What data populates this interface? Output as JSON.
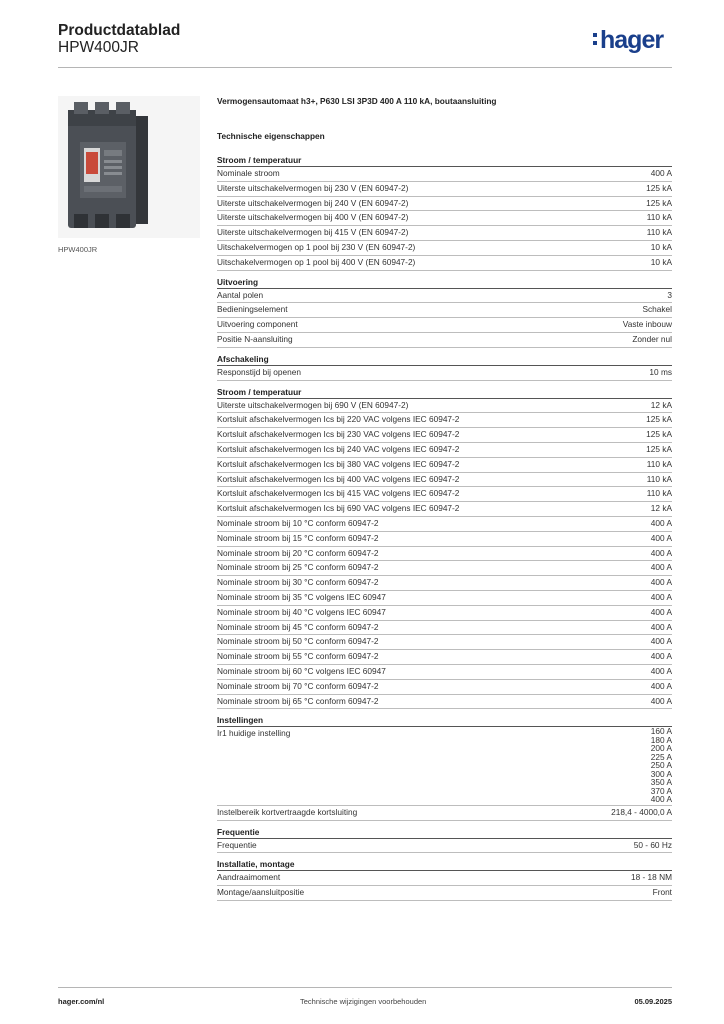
{
  "header": {
    "title": "Productdatablad",
    "code": "HPW400JR",
    "logo": "hager"
  },
  "image": {
    "caption": "HPW400JR"
  },
  "product": {
    "description": "Vermogensautomaat h3+, P630 LSI 3P3D 400 A 110 kA, boutaansluiting",
    "tech_heading": "Technische eigenschappen"
  },
  "sections": [
    {
      "title": "Stroom / temperatuur",
      "rows": [
        {
          "label": "Nominale stroom",
          "value": "400 A"
        },
        {
          "label": "Uiterste uitschakelvermogen bij 230 V (EN 60947-2)",
          "value": "125 kA"
        },
        {
          "label": "Uiterste uitschakelvermogen bij 240 V (EN 60947-2)",
          "value": "125 kA"
        },
        {
          "label": "Uiterste uitschakelvermogen bij 400 V (EN 60947-2)",
          "value": "110 kA"
        },
        {
          "label": "Uiterste uitschakelvermogen bij 415 V (EN 60947-2)",
          "value": "110 kA"
        },
        {
          "label": "Uitschakelvermogen op 1 pool bij 230 V (EN 60947-2)",
          "value": "10 kA"
        },
        {
          "label": "Uitschakelvermogen op 1 pool bij 400 V (EN 60947-2)",
          "value": "10 kA"
        }
      ]
    },
    {
      "title": "Uitvoering",
      "rows": [
        {
          "label": "Aantal polen",
          "value": "3"
        },
        {
          "label": "Bedieningselement",
          "value": "Schakel"
        },
        {
          "label": "Uitvoering component",
          "value": "Vaste inbouw"
        },
        {
          "label": "Positie N-aansluiting",
          "value": "Zonder nul"
        }
      ]
    },
    {
      "title": "Afschakeling",
      "rows": [
        {
          "label": "Responstijd bij openen",
          "value": "10 ms"
        }
      ]
    },
    {
      "title": "Stroom / temperatuur",
      "rows": [
        {
          "label": "Uiterste uitschakelvermogen bij 690 V (EN 60947-2)",
          "value": "12 kA"
        },
        {
          "label": "Kortsluit afschakelvermogen Ics bij 220 VAC volgens IEC 60947-2",
          "value": "125 kA"
        },
        {
          "label": "Kortsluit afschakelvermogen Ics bij 230 VAC volgens IEC 60947-2",
          "value": "125 kA"
        },
        {
          "label": "Kortsluit afschakelvermogen Ics bij 240 VAC volgens IEC 60947-2",
          "value": "125 kA"
        },
        {
          "label": "Kortsluit afschakelvermogen Ics bij 380 VAC volgens IEC 60947-2",
          "value": "110 kA"
        },
        {
          "label": "Kortsluit afschakelvermogen Ics bij 400 VAC volgens IEC 60947-2",
          "value": "110 kA"
        },
        {
          "label": "Kortsluit afschakelvermogen Ics bij 415 VAC volgens IEC 60947-2",
          "value": "110 kA"
        },
        {
          "label": "Kortsluit afschakelvermogen Ics bij 690 VAC volgens IEC 60947-2",
          "value": "12 kA"
        },
        {
          "label": "Nominale stroom bij 10 °C conform 60947-2",
          "value": "400 A"
        },
        {
          "label": "Nominale stroom bij 15 °C conform 60947-2",
          "value": "400 A"
        },
        {
          "label": "Nominale stroom bij 20 °C conform 60947-2",
          "value": "400 A"
        },
        {
          "label": "Nominale stroom bij 25 °C conform 60947-2",
          "value": "400 A"
        },
        {
          "label": "Nominale stroom bij 30 °C conform 60947-2",
          "value": "400 A"
        },
        {
          "label": "Nominale stroom bij 35 °C volgens IEC 60947",
          "value": "400 A"
        },
        {
          "label": "Nominale stroom bij 40 °C volgens IEC 60947",
          "value": "400 A"
        },
        {
          "label": "Nominale stroom bij 45 °C conform 60947-2",
          "value": "400 A"
        },
        {
          "label": "Nominale stroom bij 50 °C conform 60947-2",
          "value": "400 A"
        },
        {
          "label": "Nominale stroom bij 55 °C conform 60947-2",
          "value": "400 A"
        },
        {
          "label": "Nominale stroom bij 60 °C volgens IEC 60947",
          "value": "400 A"
        },
        {
          "label": "Nominale stroom bij 70 °C conform 60947-2",
          "value": "400 A"
        },
        {
          "label": "Nominale stroom bij 65 °C conform 60947-2",
          "value": "400 A"
        }
      ]
    },
    {
      "title": "Instellingen",
      "rows": [
        {
          "label": "Ir1 huidige instelling",
          "values": [
            "160 A",
            "180 A",
            "200 A",
            "225 A",
            "250 A",
            "300 A",
            "350 A",
            "370 A",
            "400 A"
          ]
        },
        {
          "label": "Instelbereik kortvertraagde kortsluiting",
          "value": "218,4 - 4000,0 A"
        }
      ]
    },
    {
      "title": "Frequentie",
      "rows": [
        {
          "label": "Frequentie",
          "value": "50 - 60 Hz"
        }
      ]
    },
    {
      "title": "Installatie, montage",
      "rows": [
        {
          "label": "Aandraaimoment",
          "value": "18 - 18 NM"
        },
        {
          "label": "Montage/aansluitpositie",
          "value": "Front"
        }
      ]
    }
  ],
  "footer": {
    "website": "hager.com/nl",
    "disclaimer": "Technische wijzigingen voorbehouden",
    "date": "05.09.2025"
  }
}
